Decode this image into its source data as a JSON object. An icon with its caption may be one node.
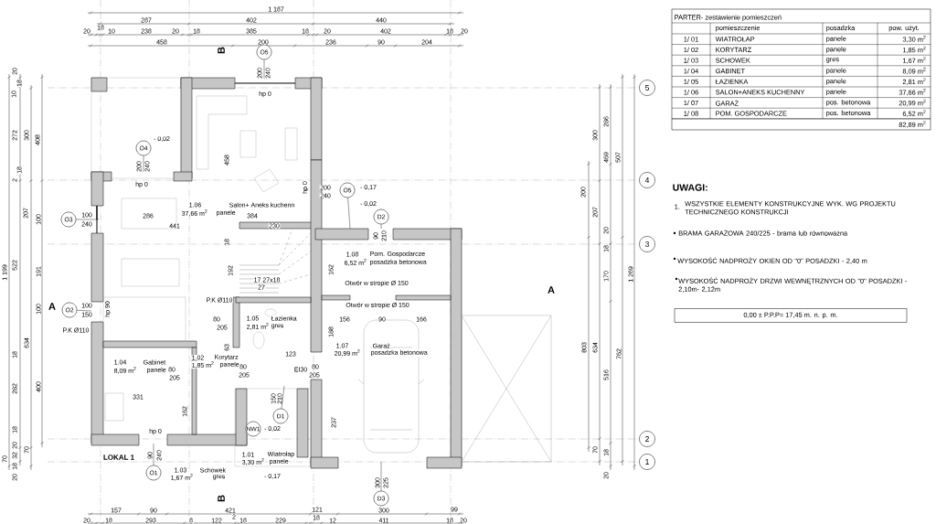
{
  "diagram": {
    "nodes": [
      {
        "text": [
          "0,00 ± P.P.P= 17,45 m. n. p. m."
        ]
      },
      {
        "text": [
          "5"
        ]
      },
      {
        "text": [
          "4"
        ]
      },
      {
        "text": [
          "3"
        ]
      },
      {
        "text": [
          "2"
        ]
      },
      {
        "text": [
          "1"
        ]
      },
      {
        "text": [
          "O5"
        ],
        "beside": [
          "200",
          "240"
        ]
      },
      {
        "text": [
          "O4"
        ],
        "beside": [
          "200",
          "240"
        ]
      },
      {
        "text": [
          "O5"
        ],
        "beside": [
          "200",
          "240"
        ]
      },
      {
        "text": [
          "O3"
        ],
        "beside": [
          "100",
          "240"
        ]
      },
      {
        "text": [
          "D2"
        ],
        "beside": [
          "90",
          "210"
        ]
      },
      {
        "text": [
          "O2"
        ],
        "beside": [
          "100",
          "150"
        ]
      },
      {
        "text": [
          "D1"
        ],
        "beside": [
          "150",
          "210"
        ]
      },
      {
        "text": [
          "NW1"
        ]
      },
      {
        "text": [
          "O1"
        ],
        "beside": [
          "90",
          "240"
        ]
      },
      {
        "text": [
          "D3"
        ],
        "beside": [
          "300",
          "225"
        ]
      }
    ],
    "edges": [
      {
        "from": 6,
        "to": null,
        "arrow": "none"
      },
      {
        "from": 7,
        "to": null,
        "arrow": "none"
      },
      {
        "from": 8,
        "to": null,
        "arrow": "none"
      },
      {
        "from": 9,
        "to": null,
        "arrow": "none"
      },
      {
        "from": 10,
        "to": null,
        "arrow": "none"
      },
      {
        "from": 11,
        "to": null,
        "arrow": "none"
      },
      {
        "from": 12,
        "to": null,
        "arrow": "none"
      },
      {
        "from": 14,
        "to": null,
        "arrow": "none"
      },
      {
        "from": 15,
        "to": null,
        "arrow": "none"
      }
    ],
    "labels": [
      "1 187",
      "287",
      "402",
      "440",
      "20",
      "18",
      "10",
      "238",
      "20",
      "18",
      "385",
      "18",
      "20",
      "402",
      "18",
      "20",
      "458",
      "200",
      "236",
      "90",
      "204",
      "157",
      "90",
      "421",
      "121",
      "300",
      "99",
      "20",
      "18",
      "293",
      "8",
      "122",
      "2",
      "18",
      "229",
      "18",
      "12",
      "411",
      "18",
      "20",
      "20",
      "18",
      "10",
      "272",
      "300",
      "408",
      "2",
      "18",
      "207",
      "100",
      "1 199",
      "522",
      "191",
      "100",
      "634",
      "18",
      "282",
      "400",
      "18",
      "20",
      "70",
      "70",
      "32",
      "18",
      "20",
      "286",
      "300",
      "469",
      "507",
      "200",
      "207",
      "20",
      "18",
      "170",
      "1 269",
      "803",
      "634",
      "762",
      "516",
      "70",
      "18",
      "20",
      "B",
      "A",
      "A",
      "B",
      "1.06",
      "Salon+ Aneks kuchenn",
      "37,66 m$^{2}$",
      "panele",
      "1.08",
      "Pom. Gospodarcze",
      "6,52 m$^{2}$",
      "posadzka betonowa",
      "1.05",
      "Łazienka",
      "2,81 m$^{2}$",
      "gres",
      "1.07",
      "Garaż",
      "20,99 m$^{2}$",
      "posadzka betonowa",
      "1.04",
      "Gabinet",
      "8,09 m$^{2}$",
      "panele",
      "1.02",
      "Korytarz",
      "1,85 m$^{2}$",
      "panele",
      "1.01",
      "Wiatrołap",
      "3,30 m$^{2}$",
      "panele",
      "1.03",
      "Schowek",
      "1,67 m$^{2}$",
      "gres",
      "LOKAL 1",
      "Otwór w stropie Ø 150",
      "Otwór w stropie Ø 150",
      "P.K Ø110",
      "P.K Ø110",
      "EI30",
      "17 27x18",
      "27",
      "- 0,02",
      "- 0,17",
      "- 0,02",
      "- 0,02",
      "- 0,17",
      "hp 0",
      "hp 0",
      "hp 0",
      "hp 0",
      "hp 90",
      "286",
      "441",
      "384",
      "230",
      "458",
      "18",
      "192",
      "162",
      "156",
      "90",
      "166",
      "188",
      "237",
      "331",
      "162",
      "123",
      "63",
      "80",
      "205",
      "80",
      "205",
      "80",
      "205",
      "80",
      "205",
      "PARTER- zestawienie pomieszczeń",
      "pomieszczenie",
      "posadzka",
      "pow. użyt.",
      "1/ 01",
      "WIATROŁAP",
      "panele",
      "3,30 m$^{2}$",
      "1/ 02",
      "KORYTARZ",
      "panele",
      "1,85 m$^{2}$",
      "1/ 03",
      "SCHOWEK",
      "gres",
      "1,67 m$^{2}$",
      "1/ 04",
      "GABINET",
      "panele",
      "8,09 m$^{2}$",
      "1/ 05",
      "ŁAZIENKA",
      "panele",
      "2,81 m$^{2}$",
      "1/ 06",
      "SALON+ANEKS KUCHENNY",
      "panele",
      "37,66 m$^{2}$",
      "1/ 07",
      "GARAŻ",
      "pos. betonowa",
      "20,99 m$^{2}$",
      "1/ 08",
      "POM. GOSPODARCZE",
      "pos. betonowa",
      "6,52 m$^{2}$",
      "82,89 m$^{2}$",
      "UWAGI:",
      "1.",
      "WSZYSTKIE ELEMENTY KONSTRUKCYJNE WYK. WG PROJEKTU TECHNICZNEGO KONSTRUKCJI",
      "BRAMA GARAŻOWA 240/225 - brama lub równoważna",
      "WYSOKOŚĆ NADPROŻY OKIEN OD \"0\" POSADZKI - 2,40 m",
      "WYSOKOŚĆ NADPROŻY DRZWI WEWNĘTRZNYCH OD \"0\" POSADZKI - 2,10m- 2,12m"
    ]
  }
}
